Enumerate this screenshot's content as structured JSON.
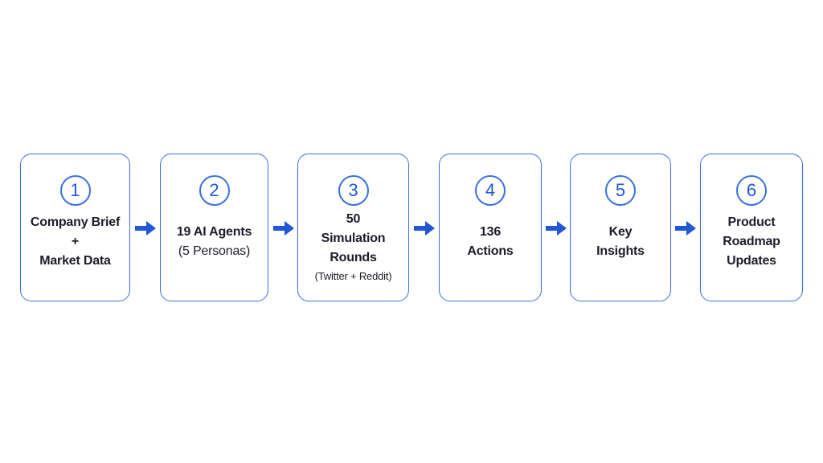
{
  "colors": {
    "accent": "#1f57d6",
    "border": "#3a6fe0",
    "text": "#1c1c2a"
  },
  "steps": [
    {
      "number": "1",
      "lines": [
        "Company Brief",
        "+",
        "Market Data"
      ]
    },
    {
      "number": "2",
      "lines": [
        "19 AI Agents",
        "(5 Personas)"
      ]
    },
    {
      "number": "3",
      "lines": [
        "50",
        "Simulation",
        "Rounds"
      ],
      "note": "(Twitter + Reddit)"
    },
    {
      "number": "4",
      "lines": [
        "136",
        "Actions"
      ]
    },
    {
      "number": "5",
      "lines": [
        "Key",
        "Insights"
      ]
    },
    {
      "number": "6",
      "lines": [
        "Product",
        "Roadmap",
        "Updates"
      ]
    }
  ],
  "connectors": [
    {
      "icon": "arrow-right-icon"
    },
    {
      "icon": "arrow-right-icon"
    },
    {
      "icon": "arrow-right-icon"
    },
    {
      "icon": "arrow-right-icon"
    },
    {
      "icon": "arrow-right-icon"
    }
  ]
}
